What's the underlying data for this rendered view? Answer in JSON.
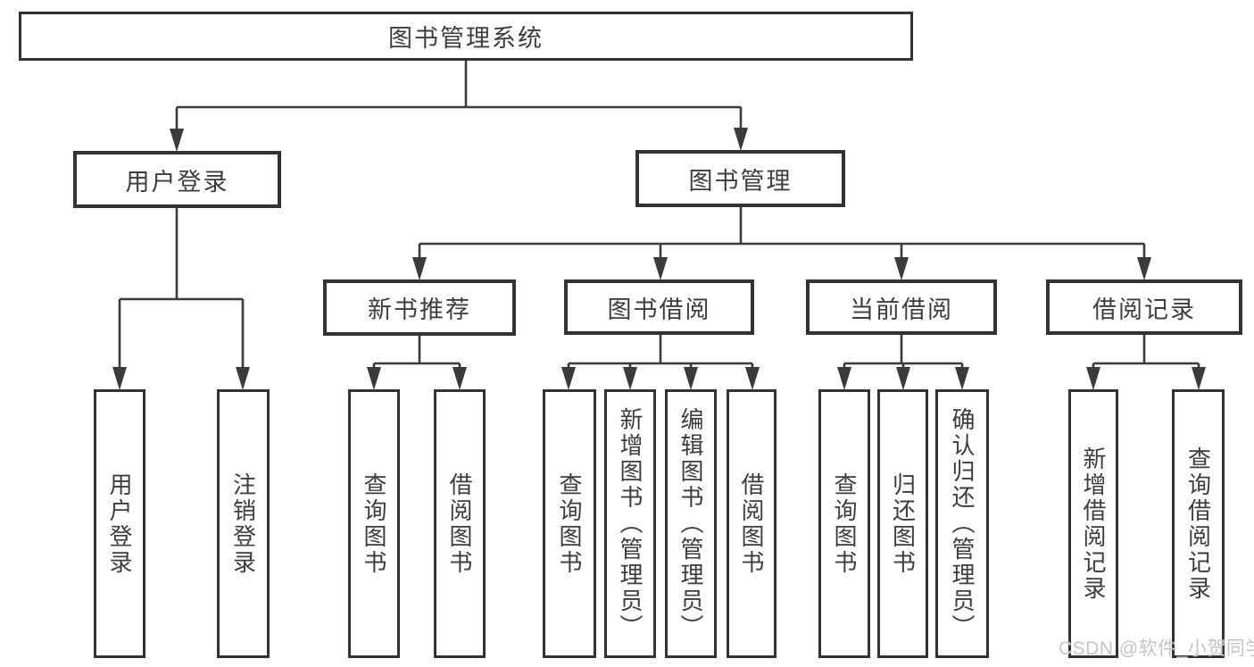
{
  "tree": {
    "root": {
      "label": "图书管理系统",
      "children": [
        {
          "label": "用户登录",
          "children": [
            {
              "label": "用户登录"
            },
            {
              "label": "注销登录"
            }
          ]
        },
        {
          "label": "图书管理",
          "children": [
            {
              "label": "新书推荐",
              "children": [
                {
                  "label": "查询图书"
                },
                {
                  "label": "借阅图书"
                }
              ]
            },
            {
              "label": "图书借阅",
              "children": [
                {
                  "label": "查询图书"
                },
                {
                  "label": "新增图书（管理员）"
                },
                {
                  "label": "编辑图书（管理员）"
                },
                {
                  "label": "借阅图书"
                }
              ]
            },
            {
              "label": "当前借阅",
              "children": [
                {
                  "label": "查询图书"
                },
                {
                  "label": "归还图书"
                },
                {
                  "label": "确认归还（管理员）"
                }
              ]
            },
            {
              "label": "借阅记录",
              "children": [
                {
                  "label": "新增借阅记录"
                },
                {
                  "label": "查询借阅记录"
                }
              ]
            }
          ]
        }
      ]
    }
  },
  "watermark": {
    "text": "CSDN @软件_小贺同学"
  },
  "colors": {
    "line": "#3b3b3b",
    "box_border": "#333333",
    "text": "#3d3d3d",
    "watermark": "#c5c5c5"
  }
}
